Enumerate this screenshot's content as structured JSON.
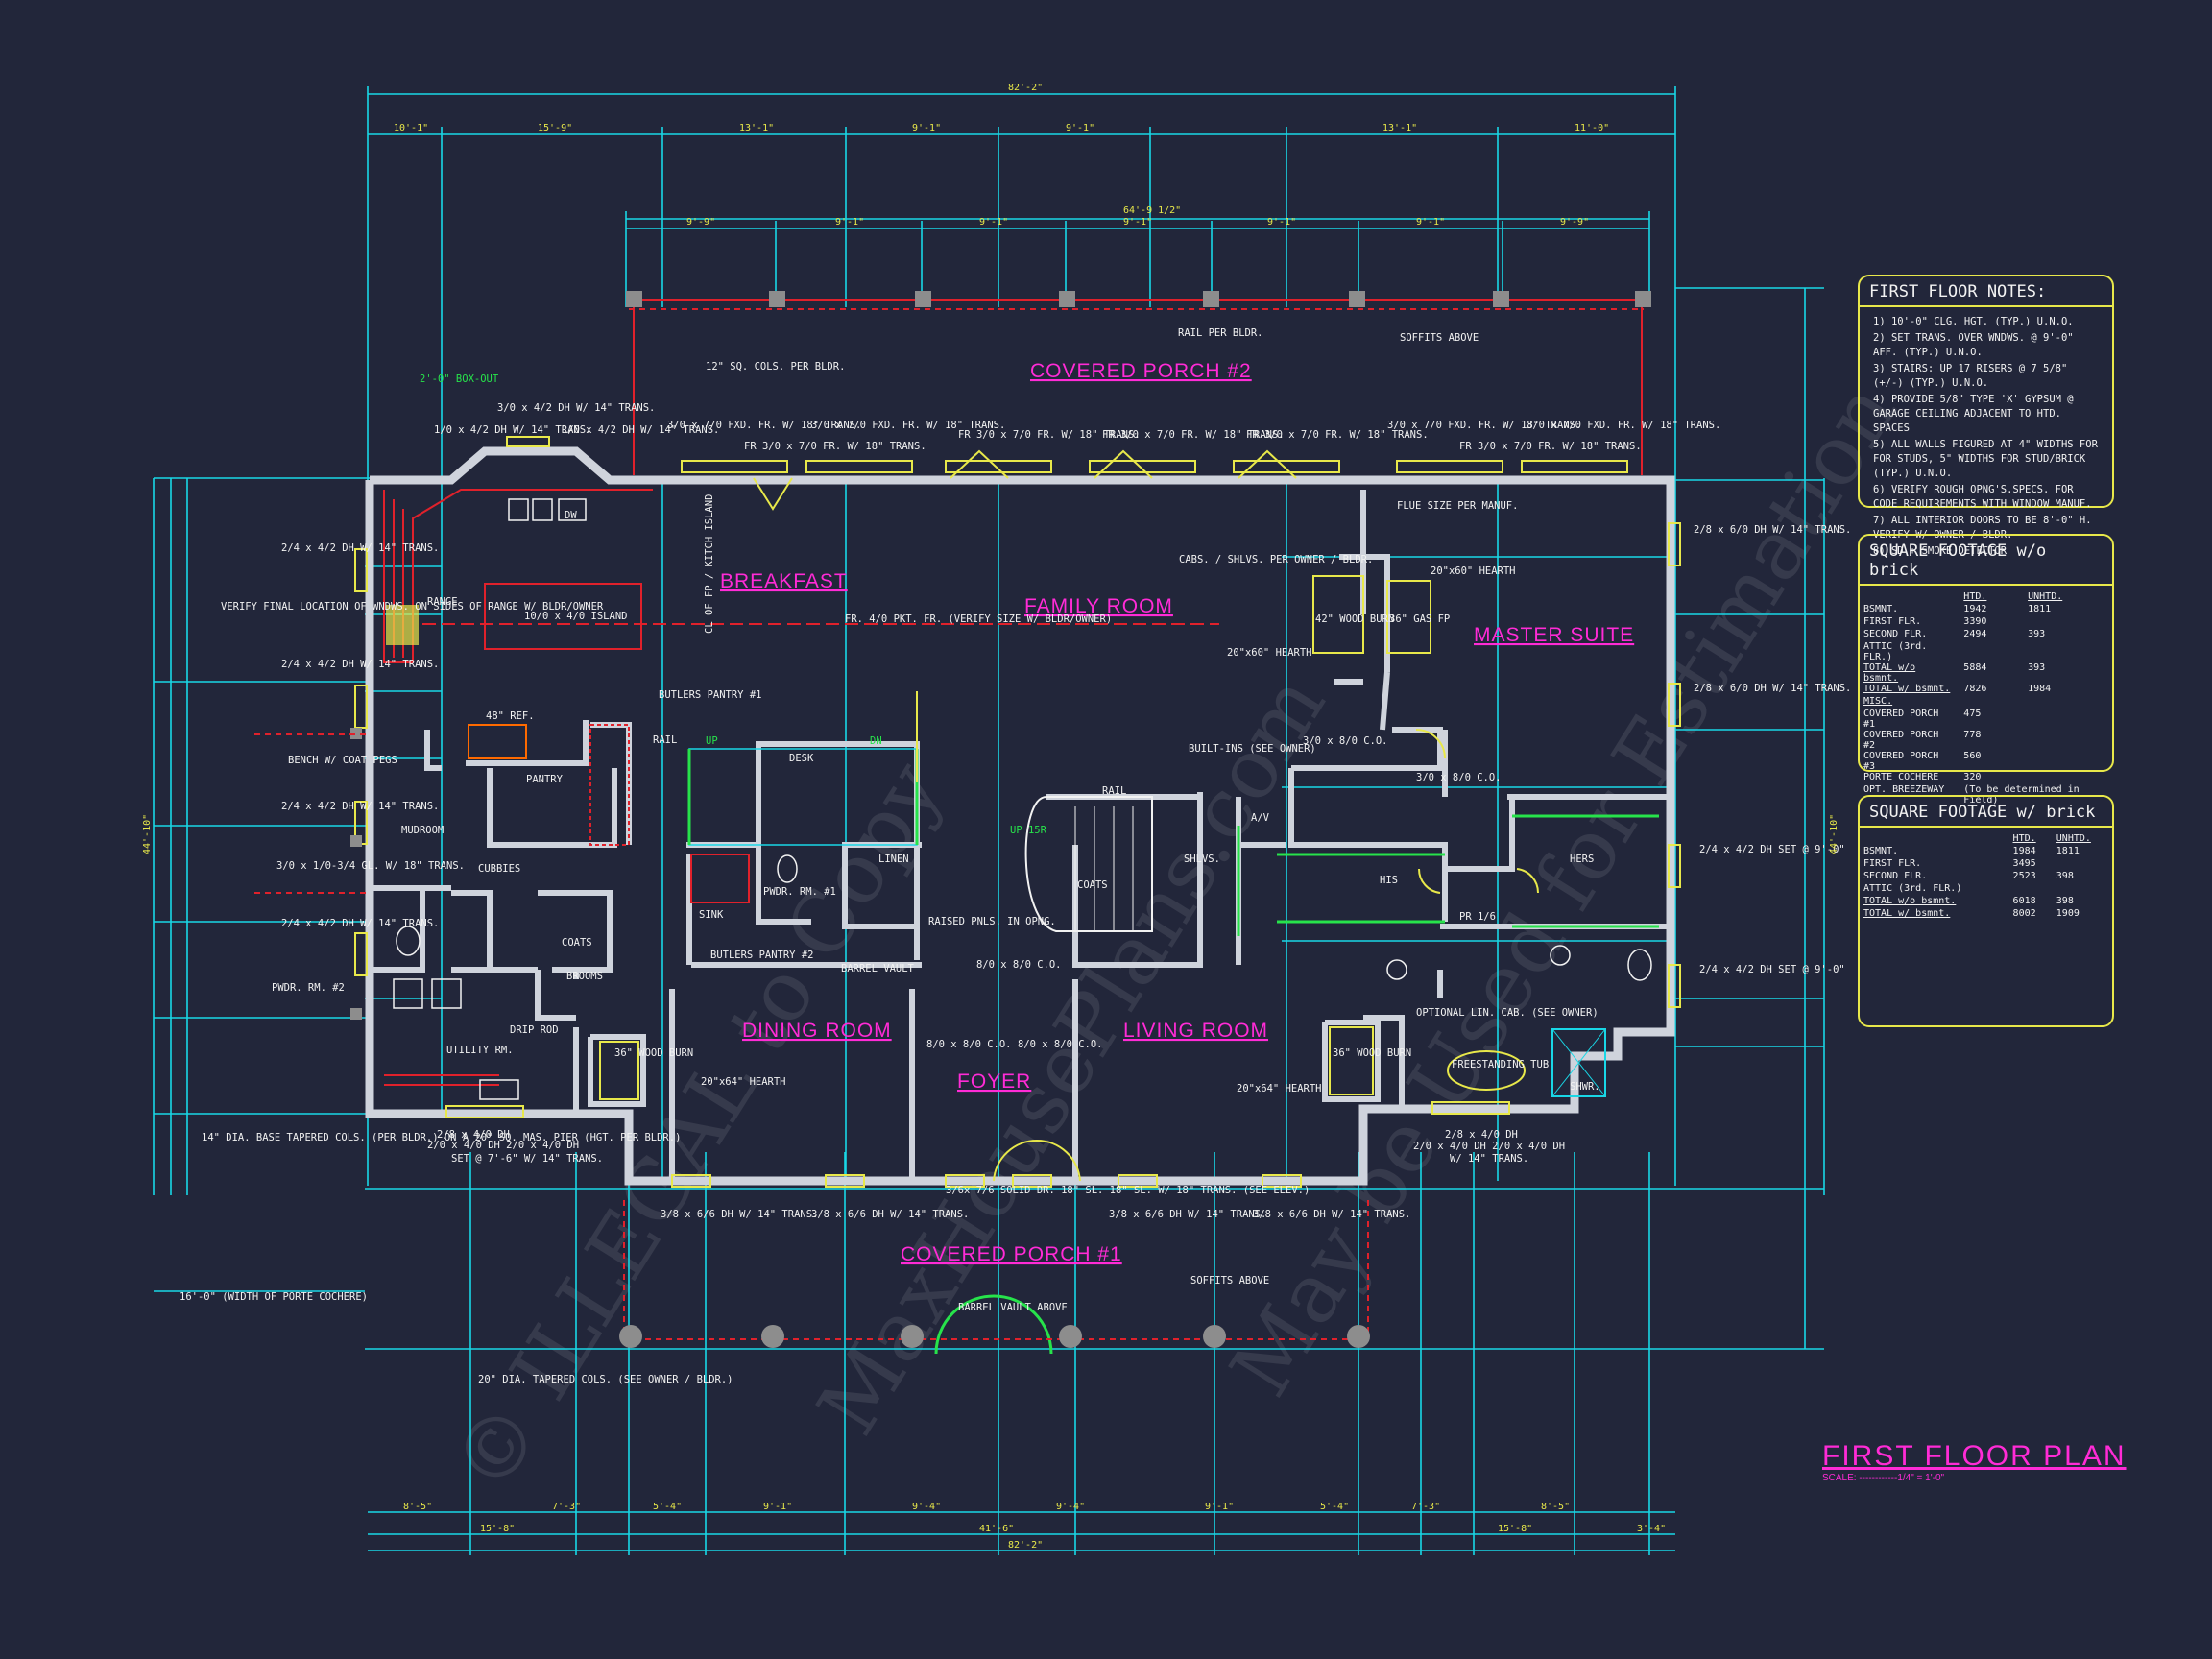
{
  "title": {
    "text": "FIRST FLOOR PLAN",
    "scale_label": "SCALE:",
    "scale_value": "1/4\" = 1'-0\""
  },
  "watermark": [
    "© ILLEGAL to Copy",
    "MaxHousePlans.com",
    "May be Used for Estimation"
  ],
  "rooms": {
    "covered_porch_2": "COVERED PORCH #2",
    "breakfast": "BREAKFAST",
    "family_room": "FAMILY ROOM",
    "master_suite": "MASTER SUITE",
    "pantry": "PANTRY",
    "mudroom": "MUDROOM",
    "pwdr_rm_1": "PWDR. RM. #1",
    "pwdr_rm_2": "PWDR. RM. #2",
    "utility_rm": "UTILITY RM.",
    "dining_room": "DINING ROOM",
    "foyer": "FOYER",
    "living_room": "LIVING ROOM",
    "covered_porch_1": "COVERED PORCH #1",
    "his": "HIS",
    "hers": "HERS",
    "coats_1": "COATS",
    "coats_2": "COATS",
    "brooms": "BROOMS",
    "linen": "LINEN",
    "butlers_pantry_1": "BUTLERS PANTRY #1",
    "butlers_pantry_2": "BUTLERS PANTRY #2"
  },
  "annotations": {
    "cols_12": "12\" SQ. COLS. PER BLDR.",
    "rail_per_bldr": "RAIL PER BLDR.",
    "soffits_above_top": "SOFFITS ABOVE",
    "box_out": "2'-0\" BOX-OUT",
    "dh_30_42": "3/0 x 4/2 DH W/ 14\" TRANS.",
    "dh_10_42_l": "1/0 x 4/2 DH W/ 14\" TRANS.",
    "dh_10_42_r": "1/0 x 4/2 DH W/ 14\" TRANS.",
    "fxd_1": "3/0 x 7/0 FXD. FR. W/ 18\" TRANS.",
    "fr_1": "FR 3/0 x 7/0 FR. W/ 18\" TRANS.",
    "fxd_2": "3/0 x 7/0 FXD. FR. W/ 18\" TRANS.",
    "fr_2": "FR 3/0 x 7/0 FR. W/ 18\" TRANS.",
    "fr_3": "FR 3/0 x 7/0 FR. W/ 18\" TRANS.",
    "fr_4": "FR 3/0 x 7/0 FR. W/ 18\" TRANS.",
    "fxd_3": "3/0 x 7/0 FXD. FR. W/ 18\" TRANS.",
    "fr_5": "FR 3/0 x 7/0 FR. W/ 18\" TRANS.",
    "fxd_4": "3/0 x 7/0 FXD. FR. W/ 18\" TRANS.",
    "dw": "DW",
    "range": "RANGE",
    "island": "10/0 x 4/0 ISLAND",
    "verify_windows": "VERIFY FINAL LOCATION OF WNDWS. ON SIDES OF RANGE W/ BLDR/OWNER",
    "dh_24_42_a": "2/4 x 4/2 DH W/ 14\" TRANS.",
    "dh_24_42_b": "2/4 x 4/2 DH W/ 14\" TRANS.",
    "dh_24_42_c": "2/4 x 4/2 DH W/ 14\" TRANS.",
    "dh_24_42_d": "2/4 x 4/2 DH W/ 14\" TRANS.",
    "gl_30_10": "3/0 x 1/0-3/4 GL. W/ 18\" TRANS.",
    "bench": "BENCH W/ COAT PEGS",
    "ref": "48\" REF.",
    "cubbies": "CUBBIES",
    "pkt_fr": "FR. 4/0 PKT. FR. (VERIFY SIZE W/ BLDR/OWNER)",
    "cl_fp": "CL OF FP / KITCH ISLAND",
    "desk": "DESK",
    "rail": "RAIL",
    "sink": "SINK",
    "barrel_vault": "BARREL VAULT",
    "raised_pnls": "RAISED PNLS. IN OPNG.",
    "co_810": "8/0 x 8/0 C.O.",
    "co_810_b": "8/0 x 8/0 C.O.",
    "co_810_c": "8/0 x 8/0 C.O.",
    "cabs": "CABS. / SHLVS. PER OWNER / BLDR.",
    "flue": "FLUE SIZE PER MANUF.",
    "hearth_a": "20\"x60\" HEARTH",
    "hearth_b": "20\"x60\" HEARTH",
    "wood_burn_42": "42\" WOOD BURN",
    "gas_fp": "36\" GAS FP",
    "built_ins": "BUILT-INS (SEE OWNER)",
    "shlvs": "SHLVS.",
    "av": "A/V",
    "co_310": "3/0 x 8/0 C.O.",
    "co_310b": "3/0 x 8/0 C.O.",
    "wood_burn_36a": "36\" WOOD BURN",
    "wood_burn_36b": "36\" WOOD BURN",
    "hearth_c": "20\"x64\" HEARTH",
    "hearth_d": "20\"x64\" HEARTH",
    "drip_rod": "DRIP ROD",
    "optional_lin": "OPTIONAL LIN. CAB. (SEE OWNER)",
    "freestanding": "FREESTANDING TUB",
    "shwr": "SHWR.",
    "dh_24_610_a": "2/8 x 6/0 DH W/ 14\" TRANS.",
    "dh_24_610_b": "2/8 x 6/0 DH W/ 14\" TRANS.",
    "dh_24_42_set": "2/4 x 4/2 DH SET @ 9'-0\"",
    "dh_24_42_set2": "2/4 x 4/2 DH SET @ 9'-0\"",
    "cols_14": "14\" DIA. BASE TAPERED COLS. (PER BLDR.) ON A 20\" SQ. MAS. PIER (HGT. PER BLDR.)",
    "dh_28_41": "2/8 x 4/0 DH",
    "dh_20_41": "2/0 x 4/0 DH  2/0 x 4/0 DH",
    "set_76": "SET @ 7'-6\" W/ 14\" TRANS.",
    "dh_28_41_r": "2/8 x 4/0 DH",
    "dh_20_41_r": "2/0 x 4/0 DH  2/0 x 4/0 DH",
    "trans_r": "W/ 14\" TRANS.",
    "dh_38_66_a": "3/8 x 6/6 DH W/ 14\" TRANS.",
    "dh_38_66_b": "3/8 x 6/6 DH W/ 14\" TRANS.",
    "dh_38_66_c": "3/8 x 6/6 DH W/ 14\" TRANS.",
    "dh_38_66_d": "3/8 x 6/6 DH W/ 14\" TRANS.",
    "solid_dr": "3/6x 7/6 SOLID DR. 18\" SL.   18\" SL. W/ 18\" TRANS. (SEE ELEV.)",
    "barrel_vault_above": "BARREL VAULT ABOVE",
    "soffits_above_bot": "SOFFITS ABOVE",
    "cols_20": "20\" DIA. TAPERED COLS. (SEE OWNER / BLDR.)",
    "porte_cochere": "16'-0\" (WIDTH OF PORTE COCHERE)",
    "up": "UP",
    "dn": "DN",
    "up_ltr": "UP 15R",
    "pr_16": "PR 1/6"
  },
  "dimensions": {
    "overall_top": "82'-2\"",
    "overall_bottom": "82'-2\"",
    "porch_width": "64'-9 1/2\"",
    "top_row": [
      "10'-1\"",
      "15'-9\"",
      "13'-1\"",
      "9'-1\"",
      "9'-1\"",
      "13'-1\"",
      "11'-0\""
    ],
    "porch_row": [
      "9'-9\"",
      "9'-1\"",
      "9'-1\"",
      "9'-1\"",
      "9'-1\"",
      "9'-1\"",
      "9'-9\""
    ],
    "bottom_row_1": [
      "8'-5\"",
      "7'-3\"",
      "5'-4\"",
      "9'-1\"",
      "9'-4\"",
      "9'-4\"",
      "9'-1\"",
      "5'-4\"",
      "7'-3\"",
      "8'-5\""
    ],
    "bottom_row_2": [
      "15'-8\"",
      "41'-6\"",
      "15'-8\"",
      "3'-4\""
    ],
    "left_overall": "44'-10\"",
    "right_overall": "44'-10\""
  },
  "notes": {
    "title": "FIRST FLOOR NOTES:",
    "items": [
      "1) 10'-0\" CLG. HGT. (TYP.) U.N.O.",
      "2) SET TRANS. OVER WNDWS. @ 9'-0\" AFF. (TYP.) U.N.O.",
      "3) STAIRS: UP 17 RISERS @ 7 5/8\" (+/-) (TYP.) U.N.O.",
      "4) PROVIDE 5/8\" TYPE 'X' GYPSUM @ GARAGE CEILING ADJACENT TO HTD. SPACES",
      "5) ALL WALLS FIGURED AT 4\" WIDTHS FOR FOR STUDS, 5\" WIDTHS FOR STUD/BRICK (TYP.) U.N.O.",
      "6) VERIFY ROUGH OPNG'S.SPECS. FOR CODE REQUIREMENTS WITH WINDOW MANUF.",
      "7) ALL INTERIOR DOORS TO BE 8'-0\" H. VERIFY W/ OWNER / BLDR.",
      "8) SD + SMOKE DETECTOR"
    ]
  },
  "sqft_no_brick": {
    "title": "SQUARE FOOTAGE w/o brick",
    "col_htd": "HTD.",
    "col_unhtd": "UNHTD.",
    "rows": [
      {
        "label": "BSMNT.",
        "htd": "1942",
        "unhtd": "1811"
      },
      {
        "label": "FIRST FLR.",
        "htd": "3390",
        "unhtd": ""
      },
      {
        "label": "SECOND FLR.",
        "htd": "2494",
        "unhtd": "393"
      },
      {
        "label": "ATTIC (3rd. FLR.)",
        "htd": "",
        "unhtd": ""
      }
    ],
    "totals": [
      {
        "label": "TOTAL w/o bsmnt.",
        "htd": "5884",
        "unhtd": "393"
      },
      {
        "label": "TOTAL w/ bsmnt.",
        "htd": "7826",
        "unhtd": "1984"
      }
    ],
    "misc_label": "MISC.",
    "misc": [
      {
        "label": "COVERED PORCH #1",
        "value": "475"
      },
      {
        "label": "COVERED PORCH #2",
        "value": "778"
      },
      {
        "label": "COVERED PORCH #3",
        "value": "560"
      },
      {
        "label": "PORTE COCHERE",
        "value": "320"
      },
      {
        "label": "OPT. BREEZEWAY",
        "value": "(To be determined in Field)"
      }
    ]
  },
  "sqft_brick": {
    "title": "SQUARE FOOTAGE w/ brick",
    "col_htd": "HTD.",
    "col_unhtd": "UNHTD.",
    "rows": [
      {
        "label": "BSMNT.",
        "htd": "1984",
        "unhtd": "1811"
      },
      {
        "label": "FIRST FLR.",
        "htd": "3495",
        "unhtd": ""
      },
      {
        "label": "SECOND FLR.",
        "htd": "2523",
        "unhtd": "398"
      },
      {
        "label": "ATTIC (3rd. FLR.)",
        "htd": "",
        "unhtd": ""
      }
    ],
    "totals": [
      {
        "label": "TOTAL w/o bsmnt.",
        "htd": "6018",
        "unhtd": "398"
      },
      {
        "label": "TOTAL w/ bsmnt.",
        "htd": "8002",
        "unhtd": "1909"
      }
    ]
  },
  "colors": {
    "background": "#22263a",
    "dim": "#19d7e6",
    "wall": "#cfd3dc",
    "room_label": "#ff2bd6",
    "window": "#e8e84a",
    "red": "#e0212b",
    "green": "#27e34b"
  }
}
